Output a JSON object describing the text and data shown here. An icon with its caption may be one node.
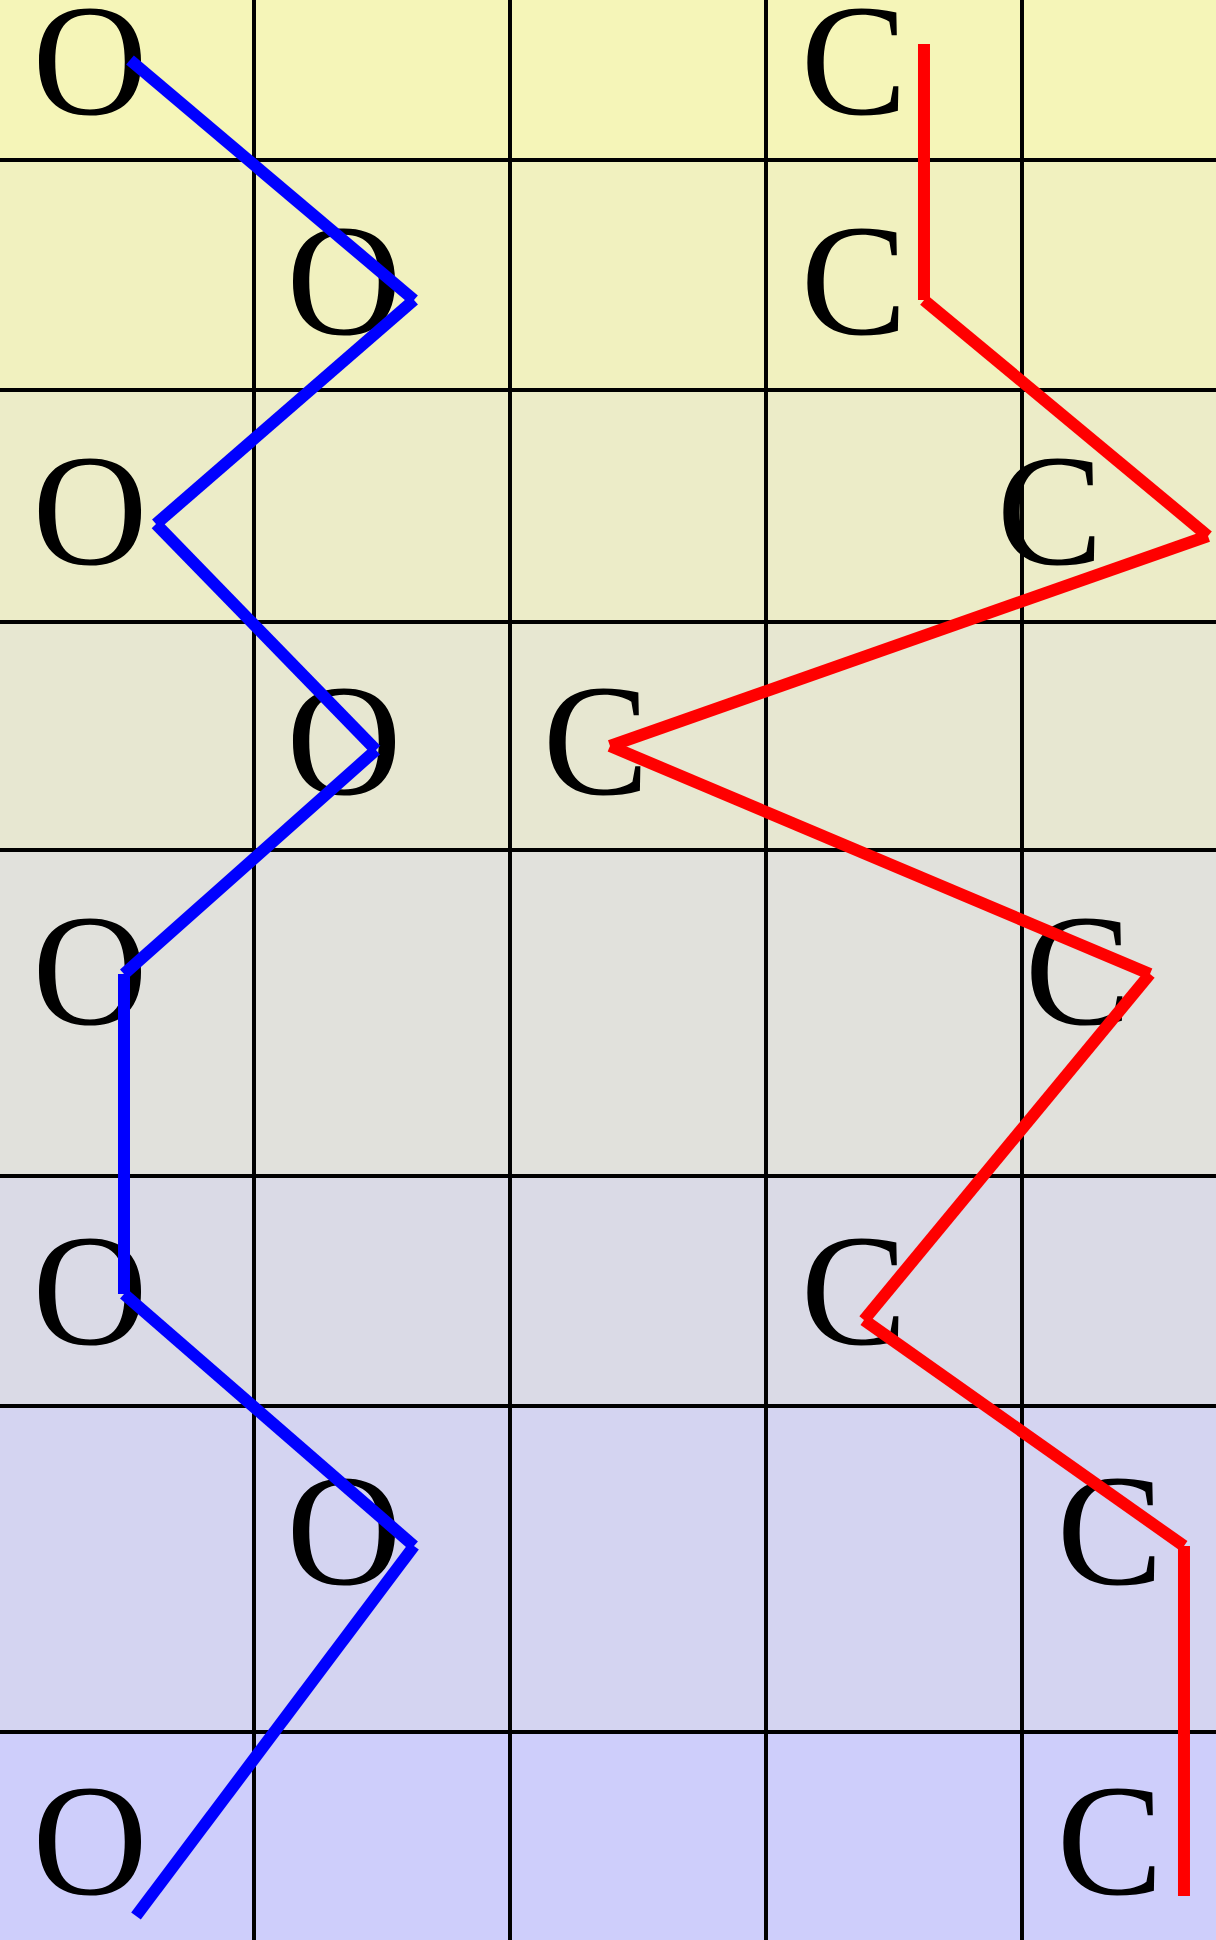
{
  "diagram": {
    "nodes": [
      {
        "text": [
          "O"
        ]
      },
      {
        "text": [
          "C"
        ]
      },
      {
        "text": [
          "O"
        ]
      },
      {
        "text": [
          "C"
        ]
      },
      {
        "text": [
          "O"
        ]
      },
      {
        "text": [
          "C"
        ]
      },
      {
        "text": [
          "O"
        ]
      },
      {
        "text": [
          "C"
        ]
      },
      {
        "text": [
          "O"
        ]
      },
      {
        "text": [
          "C"
        ]
      },
      {
        "text": [
          "O"
        ]
      },
      {
        "text": [
          "C"
        ]
      },
      {
        "text": [
          "O"
        ]
      },
      {
        "text": [
          "C"
        ]
      },
      {
        "text": [
          "O"
        ]
      },
      {
        "text": [
          "C"
        ]
      }
    ],
    "edges": [
      {
        "from": 0,
        "to": 2,
        "arrow": "none",
        "color": "#0000ff"
      },
      {
        "from": 2,
        "to": 4,
        "arrow": "none",
        "color": "#0000ff"
      },
      {
        "from": 4,
        "to": 6,
        "arrow": "none",
        "color": "#0000ff"
      },
      {
        "from": 6,
        "to": 8,
        "arrow": "none",
        "color": "#0000ff"
      },
      {
        "from": 8,
        "to": 10,
        "arrow": "none",
        "color": "#0000ff"
      },
      {
        "from": 10,
        "to": 12,
        "arrow": "none",
        "color": "#0000ff"
      },
      {
        "from": 12,
        "to": 14,
        "arrow": "none",
        "color": "#0000ff"
      },
      {
        "from": 1,
        "to": 3,
        "arrow": "none",
        "color": "#ff0000"
      },
      {
        "from": 3,
        "to": 5,
        "arrow": "none",
        "color": "#ff0000"
      },
      {
        "from": 5,
        "to": 7,
        "arrow": "none",
        "color": "#ff0000"
      },
      {
        "from": 7,
        "to": 9,
        "arrow": "none",
        "color": "#ff0000"
      },
      {
        "from": 9,
        "to": 11,
        "arrow": "none",
        "color": "#ff0000"
      },
      {
        "from": 11,
        "to": 13,
        "arrow": "none",
        "color": "#ff0000"
      },
      {
        "from": 13,
        "to": 15,
        "arrow": "none",
        "color": "#ff0000"
      }
    ]
  }
}
